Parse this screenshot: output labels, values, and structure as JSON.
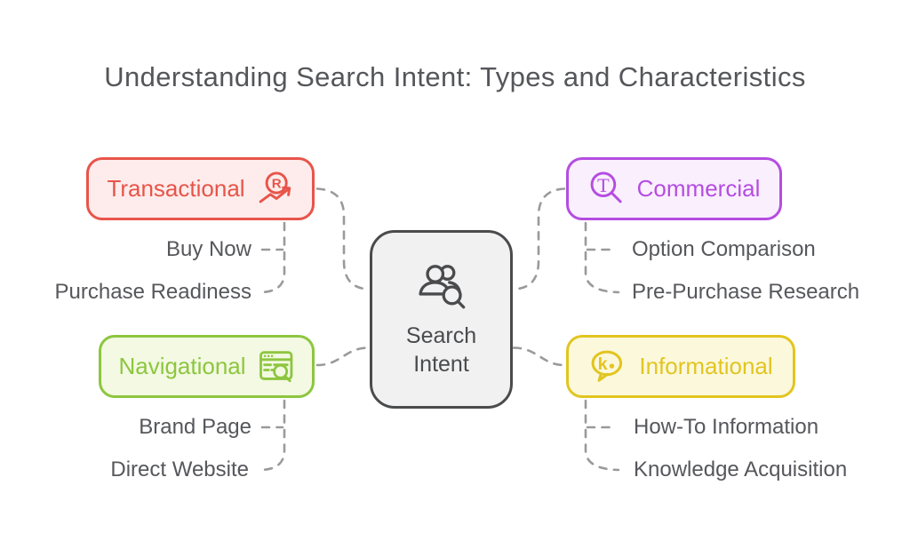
{
  "title": "Understanding Search Intent: Types and Characteristics",
  "center": {
    "label_line1": "Search",
    "label_line2": "Intent",
    "icon": "audience-search-icon",
    "background": "#f1f1f2",
    "border_color": "#4a4b4d"
  },
  "connector_color": "#9a9a9b",
  "branches": [
    {
      "label": "Transactional",
      "icon": "registered-trademark-trend-icon",
      "icon_letter": "R",
      "color": "#e8544a",
      "fill": "#fdeceb",
      "items": [
        "Buy Now",
        "Purchase Readiness"
      ]
    },
    {
      "label": "Commercial",
      "icon": "letter-t-magnifier-icon",
      "icon_letter": "T",
      "color": "#b44de1",
      "fill": "#faeffd",
      "items": [
        "Option Comparison",
        "Pre-Purchase Research"
      ]
    },
    {
      "label": "Navigational",
      "icon": "webpage-search-icon",
      "icon_letter": "",
      "color": "#8dc63f",
      "fill": "#f3f9e2",
      "items": [
        "Brand Page",
        "Direct Website"
      ]
    },
    {
      "label": "Informational",
      "icon": "knowledge-chat-icon",
      "icon_letter": "k",
      "color": "#e2c51f",
      "fill": "#fcf8dc",
      "items": [
        "How-To Information",
        "Knowledge Acquisition"
      ]
    }
  ]
}
